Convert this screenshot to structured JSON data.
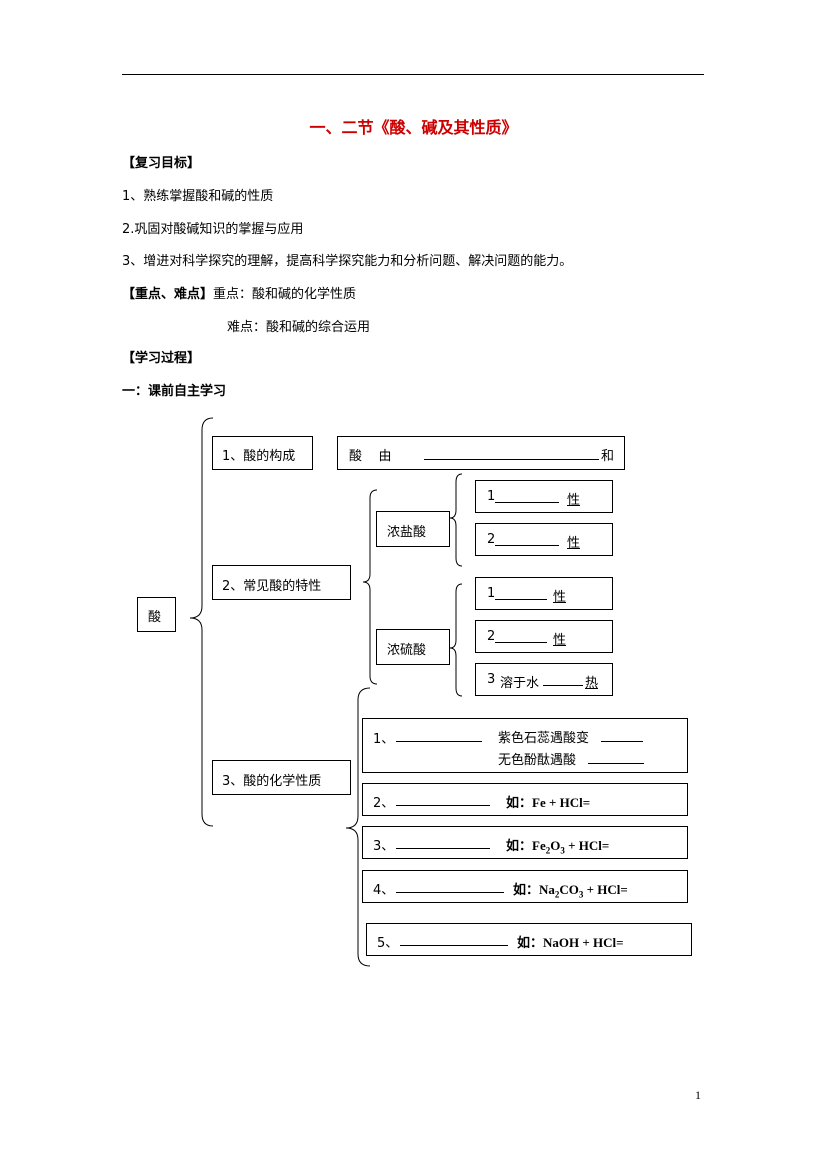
{
  "doc": {
    "title": "一、二节《酸、碱及其性质》",
    "section_review_goals": "【复习目标】",
    "goals": [
      "1、熟练掌握酸和碱的性质",
      "2.巩固对酸碱知识的掌握与应用",
      "3、增进对科学探究的理解，提高科学探究能力和分析问题、解决问题的能力。"
    ],
    "key_points_label": "【重点、难点】",
    "key_point": "重点：酸和碱的化学性质",
    "difficult_point": "难点：酸和碱的综合运用",
    "section_process": "【学习过程】",
    "part_one": "一：课前自主学习",
    "page_number": "1"
  },
  "diagram": {
    "root": "酸",
    "branch1": "1、酸的构成",
    "composition": {
      "prefix": "酸    由",
      "suffix": "和"
    },
    "branch2": "2、常见酸的特性",
    "hcl": "浓盐酸",
    "hcl_items": [
      {
        "num": "1",
        "suffix": "性"
      },
      {
        "num": "2",
        "suffix": "性"
      }
    ],
    "h2so4": "浓硫酸",
    "h2so4_items": [
      {
        "num": "1",
        "suffix": "性"
      },
      {
        "num": "2",
        "suffix": "性"
      },
      {
        "num": "3",
        "prefix": "溶于水",
        "suffix": "热"
      }
    ],
    "branch3": "3、酸的化学性质",
    "chem": {
      "p1_num": "1、",
      "p1_line1": "紫色石蕊遇酸变",
      "p1_line2": "无色酚酞遇酸",
      "p2_num": "2、",
      "p2_eq": "如：Fe + HCl=",
      "p3_num": "3、",
      "p3_pre": "如：Fe",
      "p3_sub1": "2",
      "p3_mid": "O",
      "p3_sub2": "3",
      "p3_post": " + HCl=",
      "p4_num": "4、",
      "p4_pre": "如：Na",
      "p4_sub1": "2",
      "p4_mid": "CO",
      "p4_sub2": "3",
      "p4_post": " + HCl=",
      "p5_num": "5、",
      "p5_eq": "如：NaOH + HCl="
    }
  }
}
